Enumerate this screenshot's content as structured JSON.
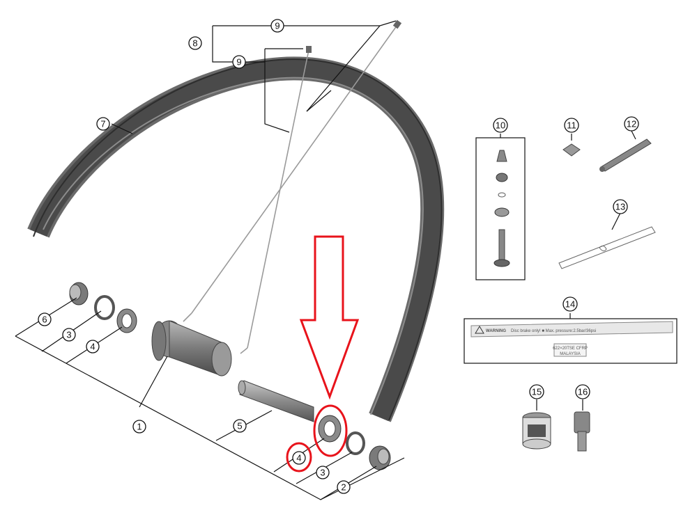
{
  "callouts": {
    "c1": "1",
    "c2": "2",
    "c3a": "3",
    "c3b": "3",
    "c4a": "4",
    "c4b": "4",
    "c5": "5",
    "c6": "6",
    "c7": "7",
    "c8": "8",
    "c9a": "9",
    "c9b": "9",
    "c10": "10",
    "c11": "11",
    "c12": "12",
    "c13": "13",
    "c14": "14",
    "c15": "15",
    "c16": "16"
  },
  "sticker": {
    "warning_word": "WARNING",
    "line1": "Disc brake only!  ■ Max. pressure:2.5bar/36psi",
    "size_text": "622×20TSE CFRP",
    "origin_text": "MALAYSIA"
  },
  "colors": {
    "rim": "#5a5a5a",
    "rim_dark": "#3d3d3d",
    "part_gray": "#8a8a8a",
    "highlight_red": "#e8131b"
  },
  "highlight": {
    "arrow_icon": "down-arrow-icon",
    "circles": [
      "callout-4",
      "bearing-part"
    ]
  }
}
